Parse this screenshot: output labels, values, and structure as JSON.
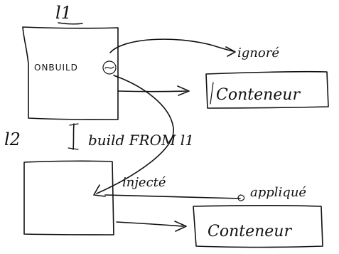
{
  "nodes": {
    "image1_label": "l1",
    "image1_text": "ONBUILD",
    "image2_label": "l2",
    "container1": "Conteneur",
    "container2": "Conteneur"
  },
  "annotations": {
    "ignored": "ignoré",
    "build_from": "build FROM l1",
    "injected": "injecté",
    "applied": "appliqué"
  }
}
